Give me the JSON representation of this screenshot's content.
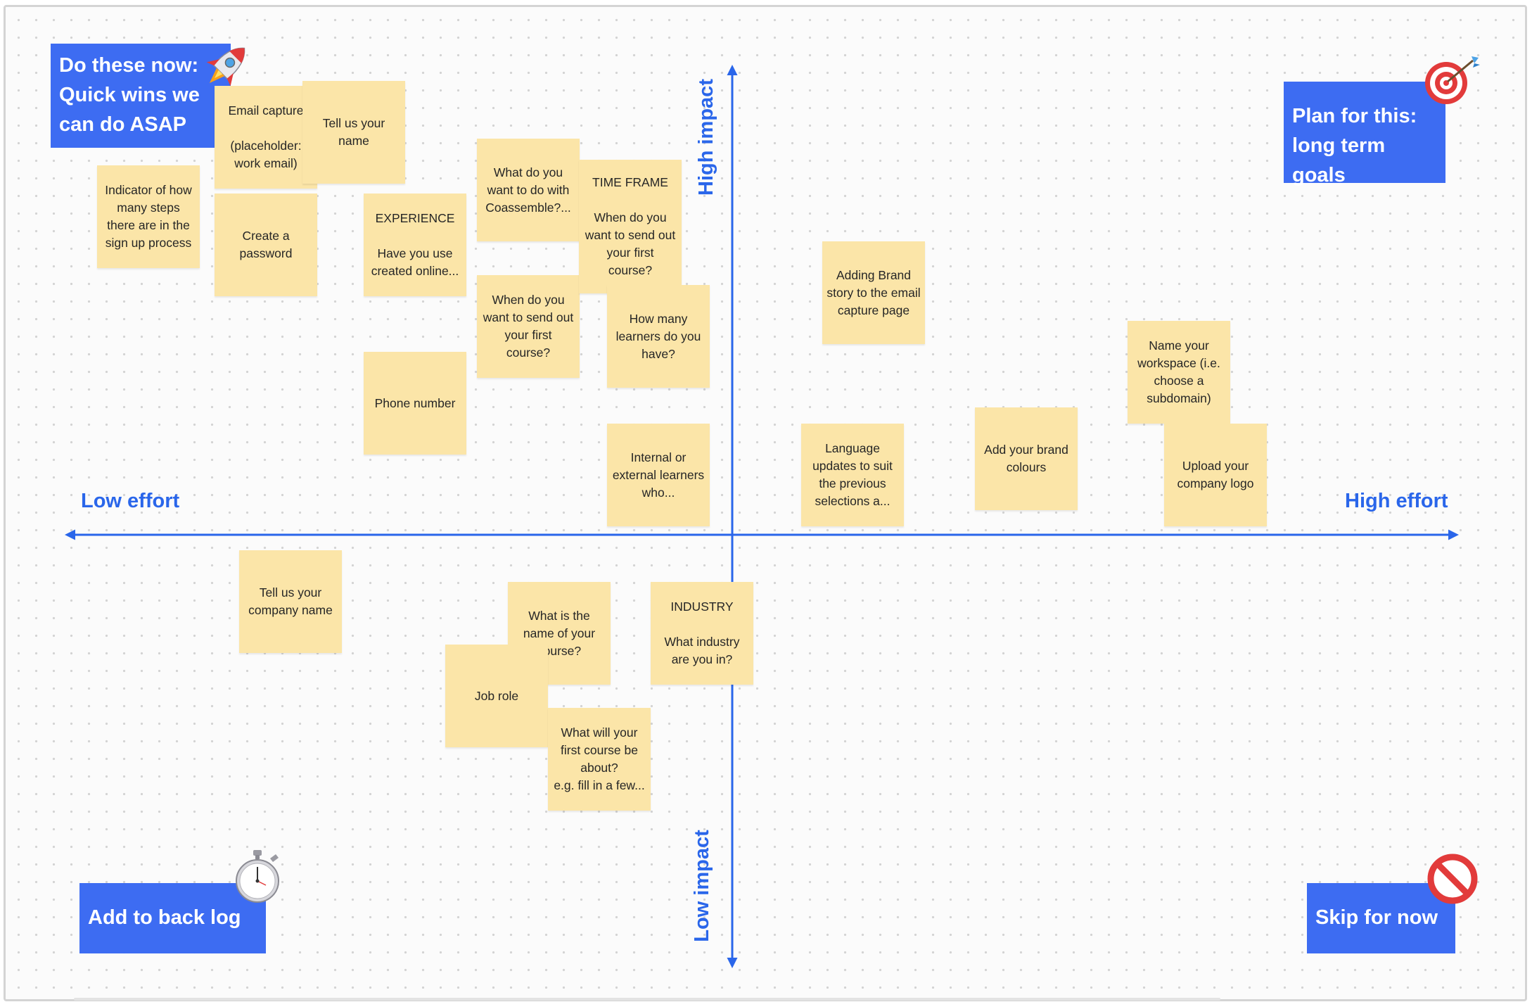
{
  "quadrant_labels": {
    "top_left": "Do these now:\nQuick wins we can do ASAP",
    "top_right": "Plan for this:\nlong term goals",
    "bottom_left": "Add to back log",
    "bottom_right": "Skip for now"
  },
  "axis_labels": {
    "high_impact": "High impact",
    "low_impact": "Low impact",
    "low_effort": "Low effort",
    "high_effort": "High effort"
  },
  "icons": {
    "top_left": "rocket-icon",
    "top_right": "target-icon",
    "bottom_left": "stopwatch-icon",
    "bottom_right": "no-entry-icon"
  },
  "colors": {
    "accent": "#3d6cf2",
    "axis": "#2a66ea",
    "sticky": "#fbe5a8"
  },
  "notes": [
    "Indicator of how many steps there are in the sign up process",
    "Email capture\n\n(placeholder: work email)",
    "Tell us your name",
    "Create a password",
    "EXPERIENCE\n\nHave you use created online...",
    "Phone number",
    "What do you want to do with Coassemble?...",
    "When do you want to send out your first course?",
    "TIME FRAME\n\nWhen do you want to send out your first course?",
    "How many learners do you have?",
    "Internal or external learners who...",
    "Tell us your company name",
    "What is the name of your course?",
    "Job role",
    "What will your first course be about?\ne.g. fill in a few...",
    "INDUSTRY\n\nWhat industry are you in?",
    "Adding Brand story to the email capture page",
    "Language updates to suit the previous selections a...",
    "Add your brand colours",
    "Name your workspace (i.e. choose a subdomain)",
    "Upload your company logo"
  ]
}
